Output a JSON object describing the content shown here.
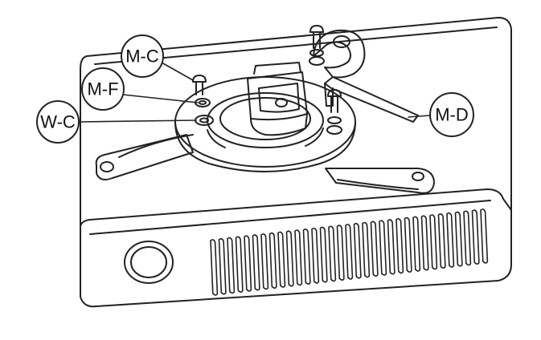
{
  "callouts": {
    "mc": "M-C",
    "mf": "M-F",
    "wc": "W-C",
    "md": "M-D"
  },
  "colors": {
    "line": "#222222",
    "background": "#ffffff"
  }
}
